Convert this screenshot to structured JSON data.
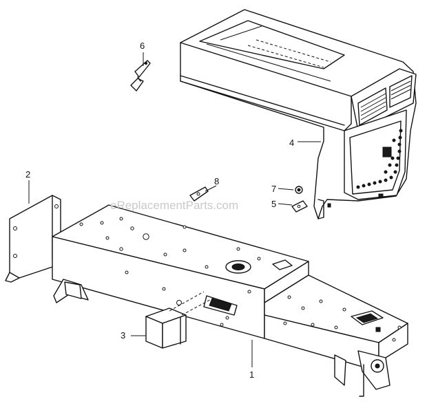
{
  "watermark": "eReplacementParts.com",
  "callouts": {
    "c1": "1",
    "c2": "2",
    "c3": "3",
    "c4": "4",
    "c5": "5",
    "c6": "6",
    "c7": "7",
    "c8": "8"
  }
}
